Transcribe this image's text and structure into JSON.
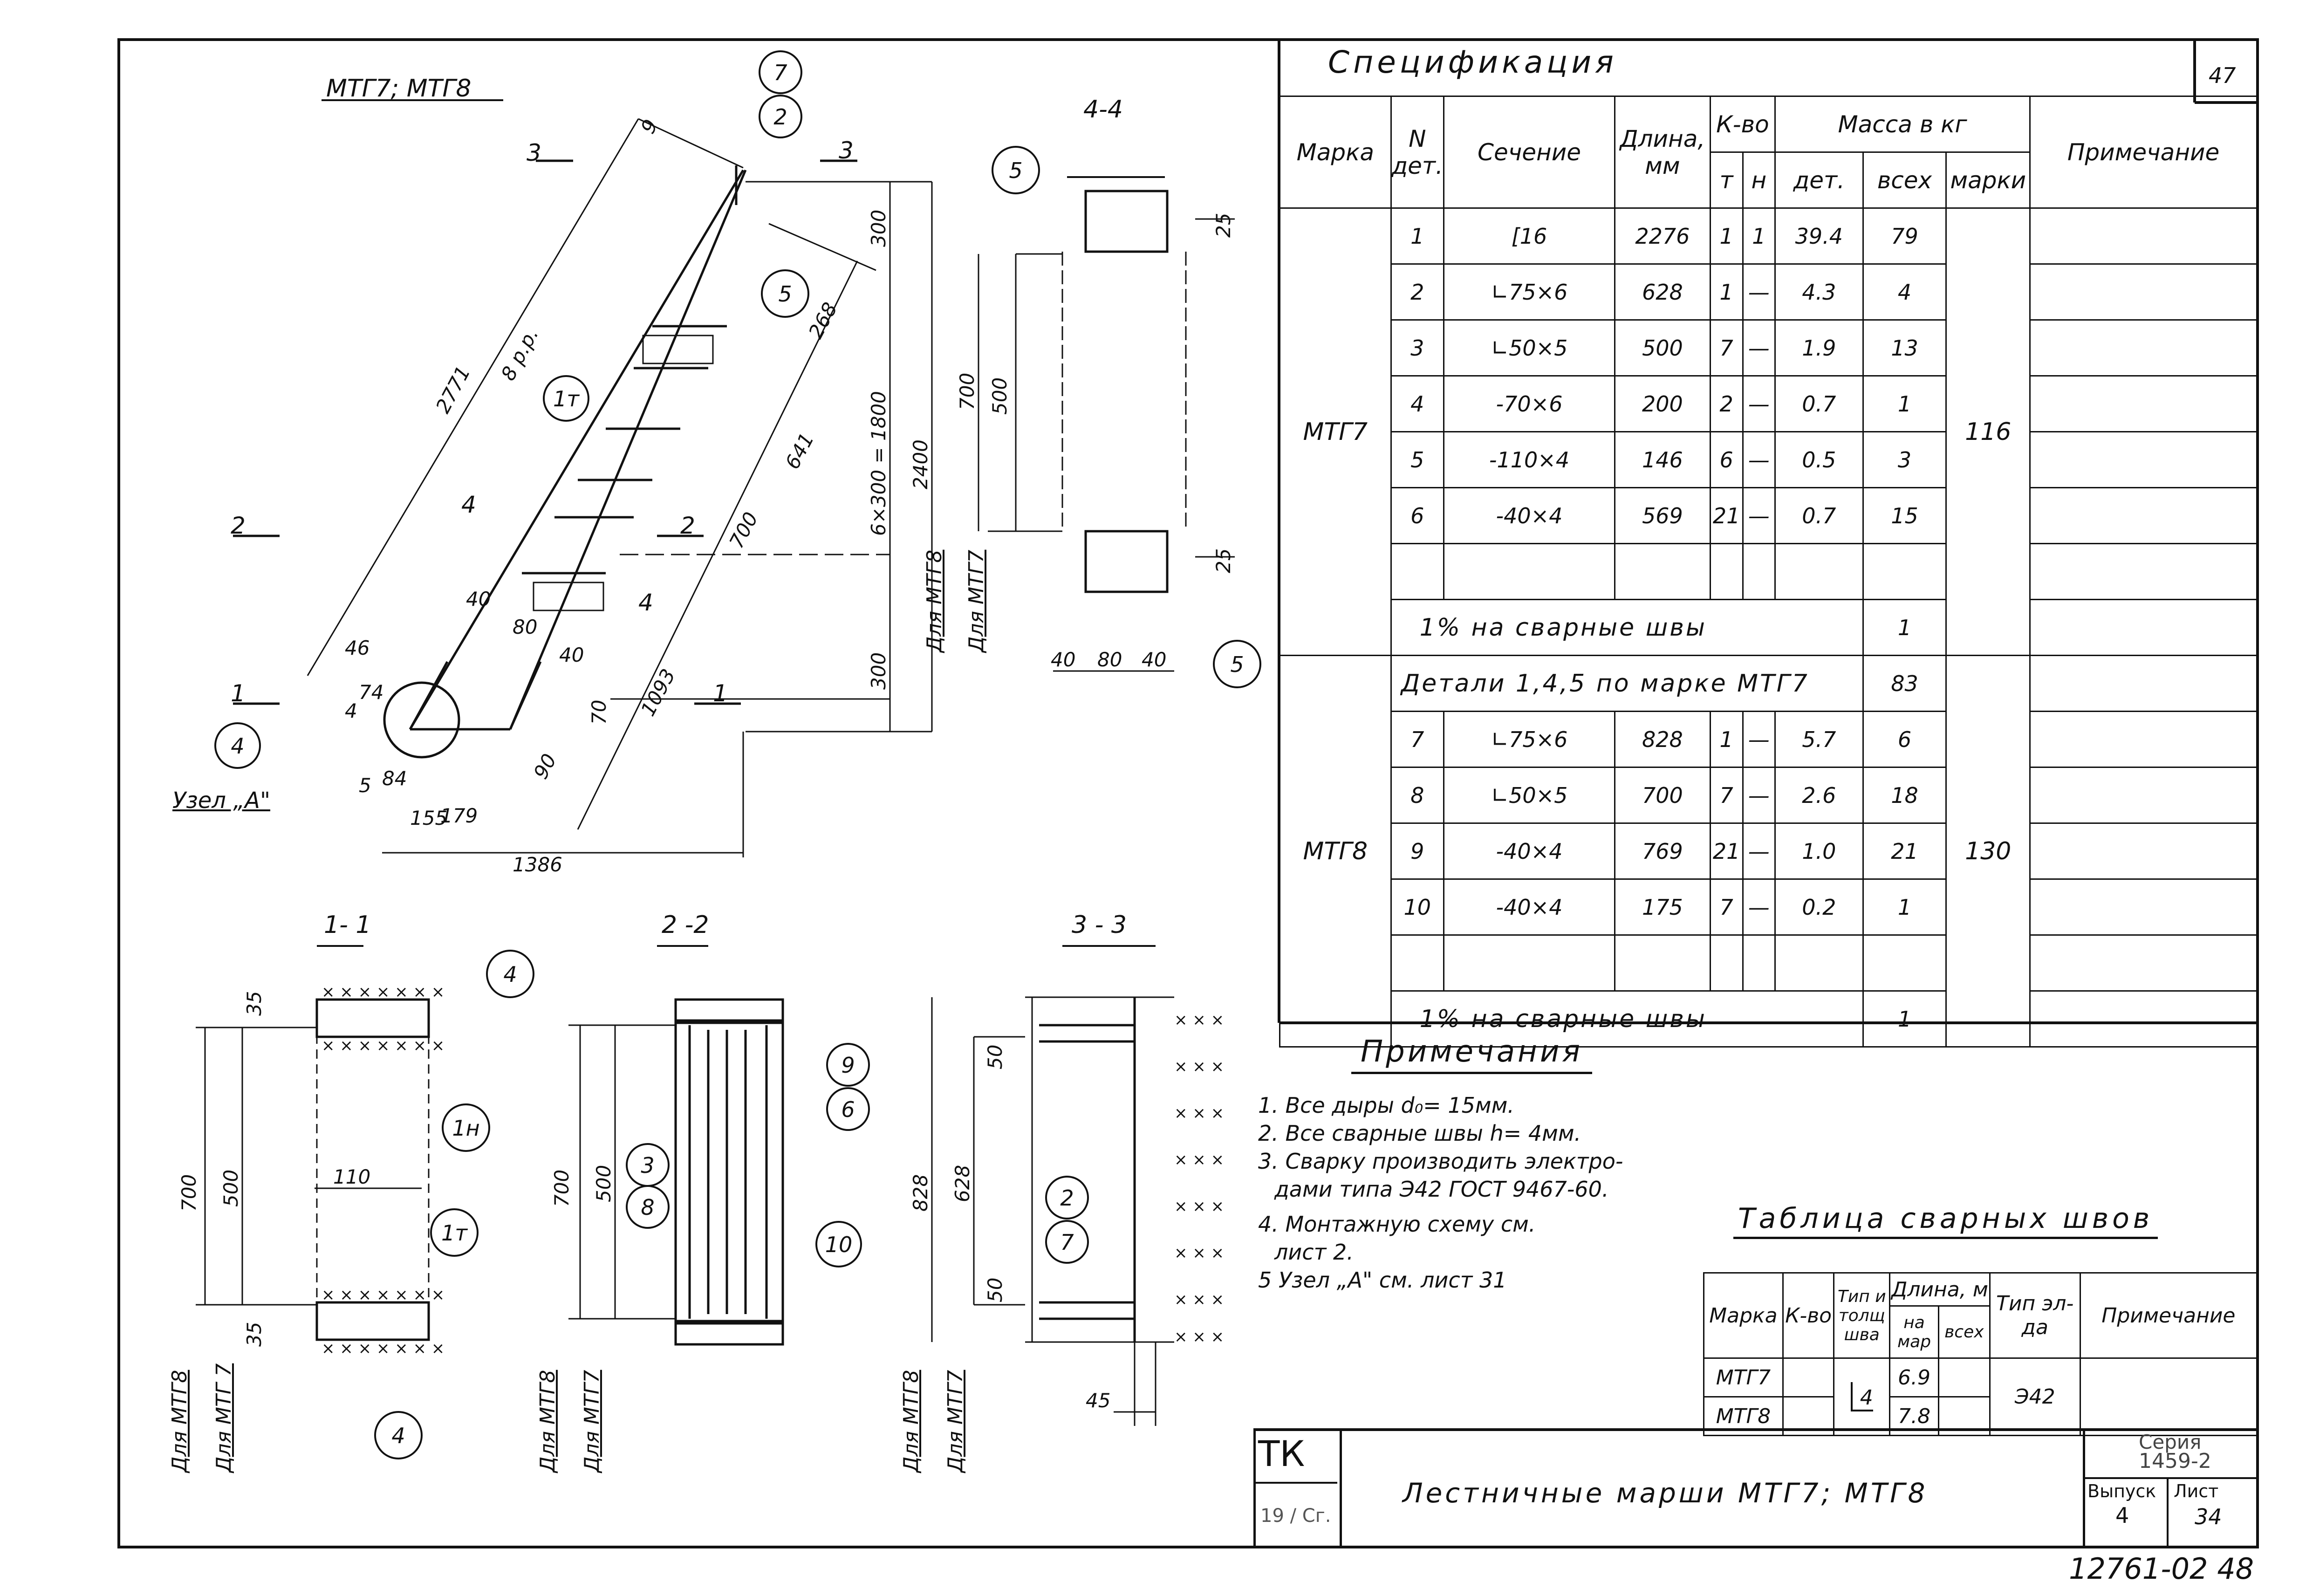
{
  "sheet": {
    "page_number": "47",
    "title": "Лестничные марши МТГ7; МТГ8",
    "stamp": "ТК",
    "stamp_sub": "19 / Сг.",
    "series_label": "Серия",
    "series_value": "1459-2",
    "issue_label": "Выпуск",
    "issue_value": "4",
    "sheet_label": "Лист",
    "sheet_value": "34",
    "doc_number": "12761-02 48"
  },
  "drawings": {
    "main_title": "МТГ7; МТГ8",
    "sec44_title": "4-4",
    "sec11_title": "1- 1",
    "sec22_title": "2 -2",
    "sec33_title": "3 - 3",
    "node_label": "Узел „А\"",
    "for_mtg8": "Для МТГ8",
    "for_mtg7": "Для МТГ7",
    "for_mtg7b": "Для МТГ 7",
    "dims_main": [
      "2771",
      "8 р.р.",
      "9",
      "300",
      "268",
      "6×300 = 1800",
      "2400",
      "641",
      "700",
      "1093",
      "1386",
      "300",
      "70",
      "90",
      "179",
      "155",
      "40",
      "80",
      "40",
      "46",
      "74",
      "4",
      "5",
      "84",
      "500",
      "700"
    ],
    "dims_44": [
      "25",
      "25",
      "40",
      "80",
      "40",
      "700",
      "500"
    ],
    "dims_11": [
      "35",
      "35",
      "110",
      "700",
      "500"
    ],
    "dims_22": [
      "700",
      "500"
    ],
    "dims_33": [
      "828",
      "628",
      "50",
      "50",
      "45"
    ],
    "callouts": [
      "7",
      "2",
      "5",
      "1т",
      "4",
      "5",
      "5",
      "4",
      "1н",
      "1т",
      "4",
      "9",
      "6",
      "3",
      "8",
      "10",
      "2",
      "7"
    ],
    "section_marks": [
      "3",
      "3",
      "2",
      "2",
      "1",
      "1",
      "4",
      "4"
    ]
  },
  "spec": {
    "title": "Спецификация",
    "headers": {
      "mark": "Марка",
      "no": "N дет.",
      "section": "Сечение",
      "length": "Длина, мм",
      "qty": "К-во",
      "qty_t": "т",
      "qty_n": "н",
      "mass": "Масса в кг",
      "mass_det": "дет.",
      "mass_all": "всех",
      "mass_mark": "марки",
      "note": "Примечание"
    },
    "mtg7": {
      "mark": "МТГ7",
      "mass_mark": "116",
      "rows": [
        {
          "no": "1",
          "section": "[16",
          "length": "2276",
          "t": "1",
          "n": "1",
          "det": "39.4",
          "all": "79"
        },
        {
          "no": "2",
          "section": "∟75×6",
          "length": "628",
          "t": "1",
          "n": "—",
          "det": "4.3",
          "all": "4"
        },
        {
          "no": "3",
          "section": "∟50×5",
          "length": "500",
          "t": "7",
          "n": "—",
          "det": "1.9",
          "all": "13"
        },
        {
          "no": "4",
          "section": "-70×6",
          "length": "200",
          "t": "2",
          "n": "—",
          "det": "0.7",
          "all": "1"
        },
        {
          "no": "5",
          "section": "-110×4",
          "length": "146",
          "t": "6",
          "n": "—",
          "det": "0.5",
          "all": "3"
        },
        {
          "no": "6",
          "section": "-40×4",
          "length": "569",
          "t": "21",
          "n": "—",
          "det": "0.7",
          "all": "15"
        }
      ],
      "welds_label": "1% на сварные швы",
      "welds_value": "1"
    },
    "mtg8": {
      "mark": "МТГ8",
      "mass_mark": "130",
      "details_label": "Детали 1,4,5 по марке МТГ7",
      "details_value": "83",
      "rows": [
        {
          "no": "7",
          "section": "∟75×6",
          "length": "828",
          "t": "1",
          "n": "—",
          "det": "5.7",
          "all": "6"
        },
        {
          "no": "8",
          "section": "∟50×5",
          "length": "700",
          "t": "7",
          "n": "—",
          "det": "2.6",
          "all": "18"
        },
        {
          "no": "9",
          "section": "-40×4",
          "length": "769",
          "t": "21",
          "n": "—",
          "det": "1.0",
          "all": "21"
        },
        {
          "no": "10",
          "section": "-40×4",
          "length": "175",
          "t": "7",
          "n": "—",
          "det": "0.2",
          "all": "1"
        }
      ],
      "welds_label": "1% на сварные швы",
      "welds_value": "1"
    }
  },
  "notes": {
    "title": "Примечания",
    "items": [
      "1. Все дыры d₀= 15мм.",
      "2. Все сварные швы h= 4мм.",
      "3. Сварку производить электро-",
      "дами типа Э42 ГОСТ 9467-60.",
      "4. Монтажную схему см.",
      "лист 2.",
      "5 Узел „А\" см. лист 31"
    ]
  },
  "weld_table": {
    "title": "Таблица сварных швов",
    "headers": {
      "mark": "Марка",
      "qty": "К-во",
      "type": "Тип и толщ шва",
      "length": "Длина, м",
      "len_mark": "на мар",
      "len_all": "всех",
      "electrode": "Тип эл-да",
      "note": "Примечание"
    },
    "rows": [
      {
        "mark": "МТГ7",
        "len": "6.9"
      },
      {
        "mark": "МТГ8",
        "len": "7.8"
      }
    ],
    "weld_type": "4",
    "electrode": "Э42"
  }
}
